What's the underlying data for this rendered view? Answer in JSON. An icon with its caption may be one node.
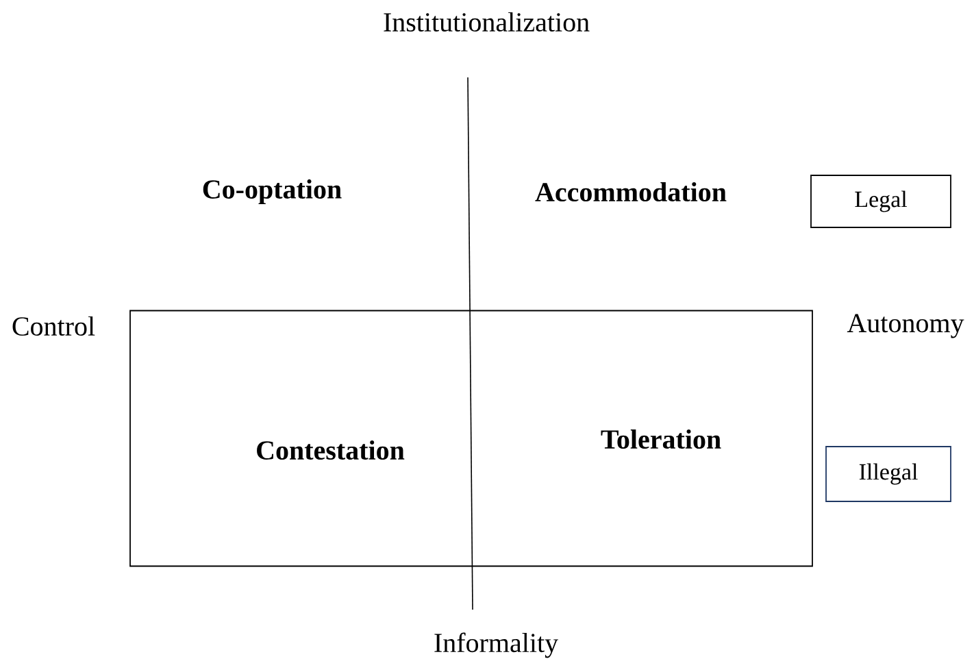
{
  "diagram": {
    "nodes": [
      {
        "text": [
          "Legal"
        ]
      },
      {
        "text": [],
        "shape": "box"
      },
      {
        "text": [
          "Illegal"
        ]
      }
    ],
    "labels": [
      "Institutionalization",
      "Co-optation",
      "Accommodation",
      "Control",
      "Autonomy",
      "Contestation",
      "Toleration",
      "Informality"
    ]
  }
}
